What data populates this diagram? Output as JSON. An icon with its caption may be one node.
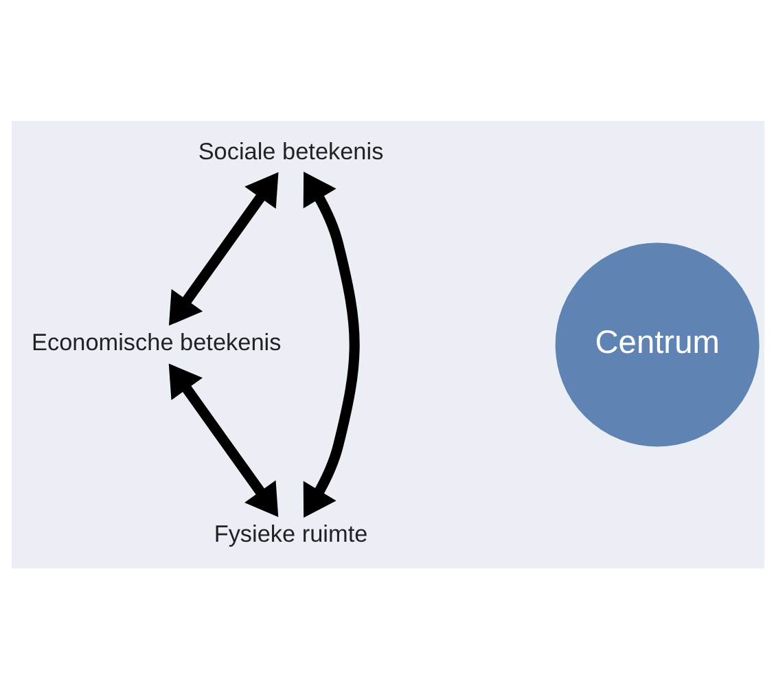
{
  "diagram": {
    "nodes": [
      {
        "text": [
          "Sociale betekenis"
        ]
      },
      {
        "text": [
          "Centrum"
        ]
      },
      {
        "text": [
          "Economische betekenis"
        ]
      },
      {
        "text": [
          "Fysieke ruimte"
        ]
      }
    ],
    "edges": [
      {
        "from": 0,
        "to": 2,
        "arrow": "both"
      },
      {
        "from": 2,
        "to": 3,
        "arrow": "both"
      },
      {
        "from": 3,
        "to": 0,
        "arrow": "both"
      }
    ]
  }
}
